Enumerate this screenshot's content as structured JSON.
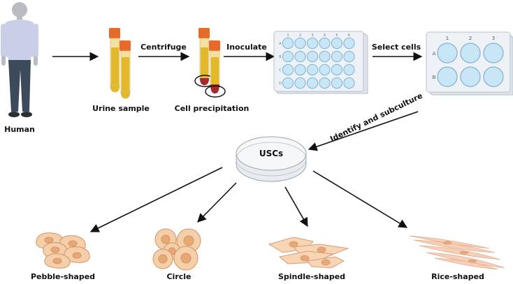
{
  "labels": {
    "human": "Human",
    "urine_sample": "Urine sample",
    "cell_precipitation": "Cell precipitation",
    "centrifuge": "Centrifuge",
    "inoculate": "Inoculate",
    "select_cells": "Select cells",
    "identify_subculture": "Identify and subculture",
    "uscs": "USCs",
    "pebble_shaped": "Pebble-shaped",
    "circle": "Circle",
    "spindle_shaped": "Spindle-shaped",
    "rice_shaped": "Rice-shaped"
  },
  "plate24": {
    "columns": [
      "1",
      "2",
      "3",
      "4",
      "5",
      "6"
    ],
    "rows": [
      "A",
      "B",
      "C",
      "D"
    ]
  },
  "plate6": {
    "columns": [
      "1",
      "2",
      "3"
    ],
    "rows": [
      "A",
      "B"
    ]
  },
  "colors": {
    "skin": "#b9bcc2",
    "shirt": "#c9cfe6",
    "pants": "#3d4a5c",
    "tube_cap": "#e86a2a",
    "urine": "#e2b92a",
    "pellet": "#a8282f",
    "well": "#c9e6f6",
    "cell": "#f4cfa8",
    "nucleus": "#e8a876"
  }
}
